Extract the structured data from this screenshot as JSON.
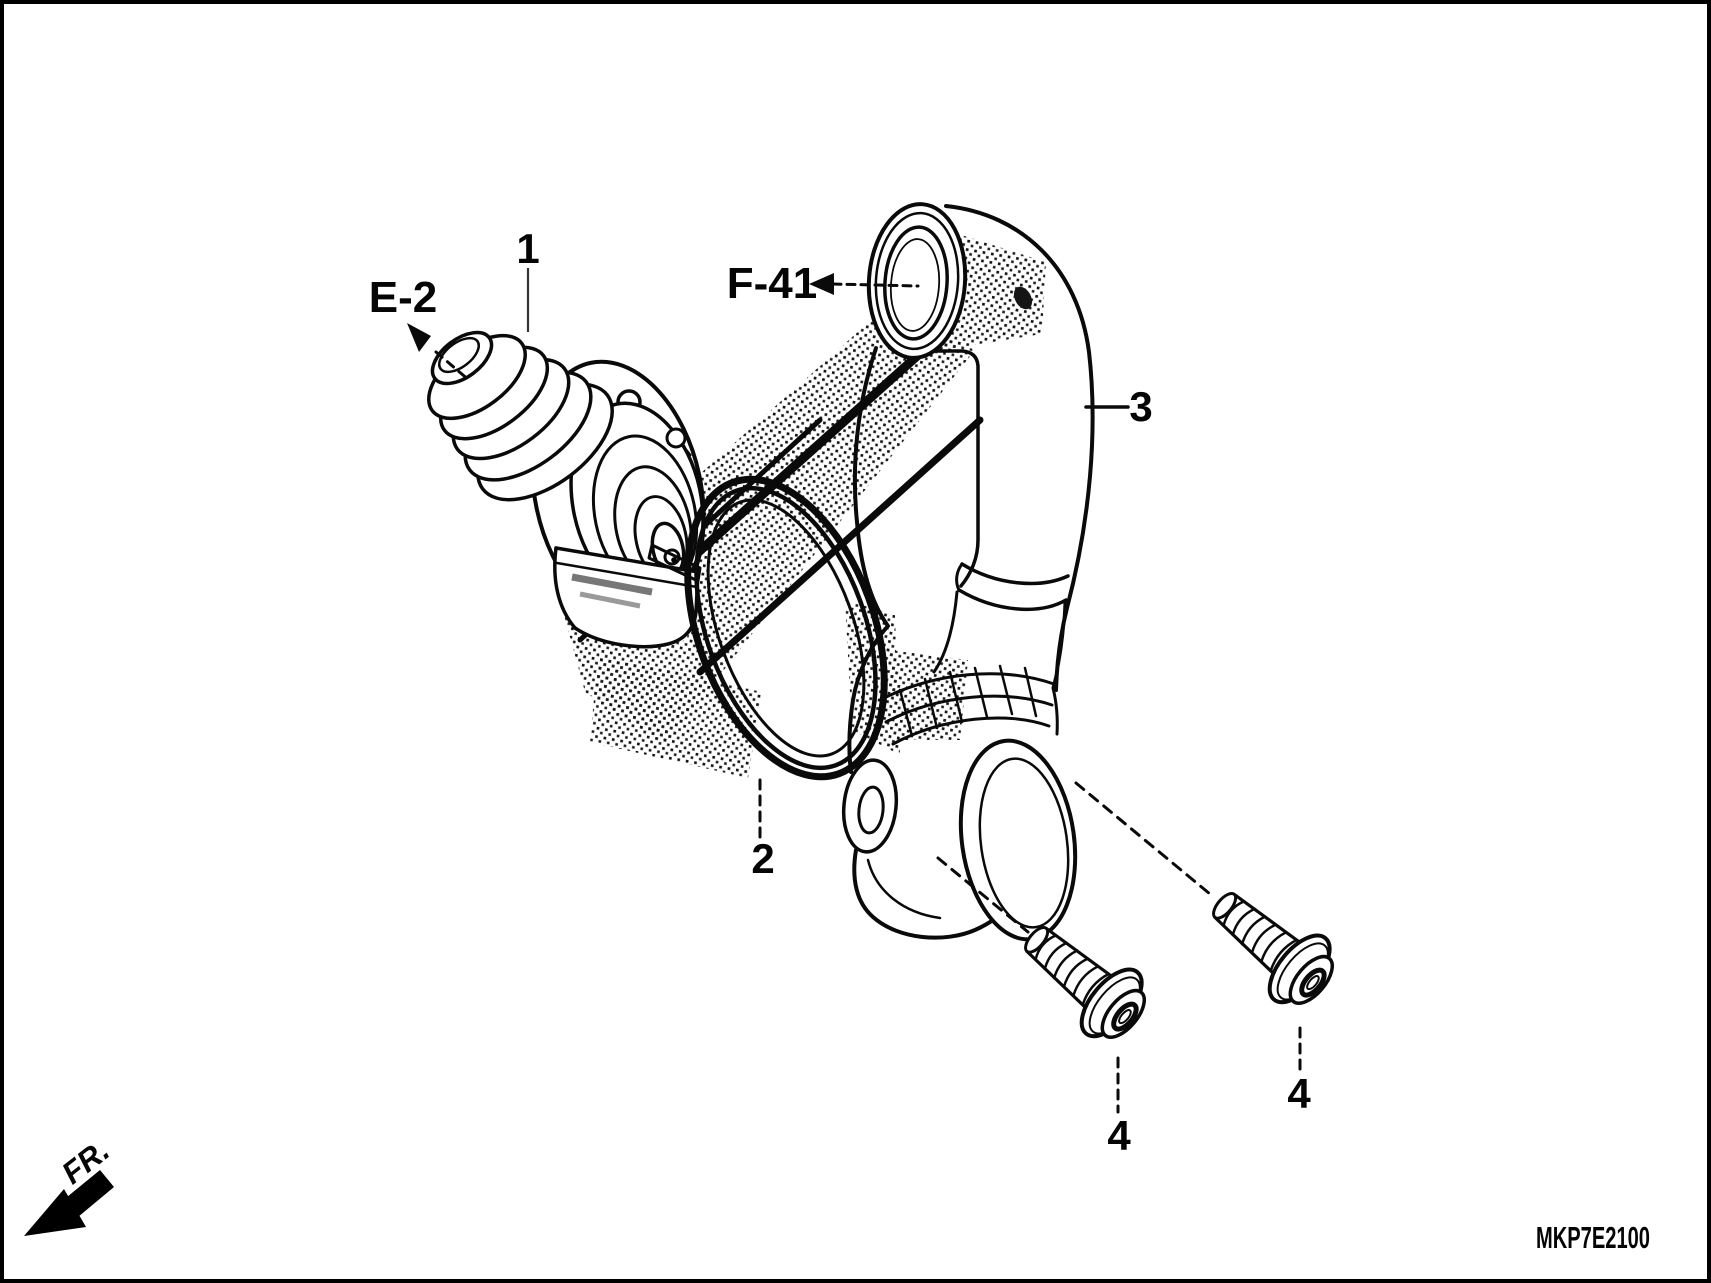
{
  "diagram": {
    "drawing_code": "MKP7E2100",
    "front_marker": "FR.",
    "callouts": [
      {
        "label": "1"
      },
      {
        "label": "2"
      },
      {
        "label": "3"
      },
      {
        "label": "4"
      },
      {
        "label": "4"
      }
    ],
    "references": [
      {
        "label": "E-2"
      },
      {
        "label": "F-41"
      }
    ],
    "colors": {
      "line": "#000000",
      "background": "#ffffff"
    }
  }
}
